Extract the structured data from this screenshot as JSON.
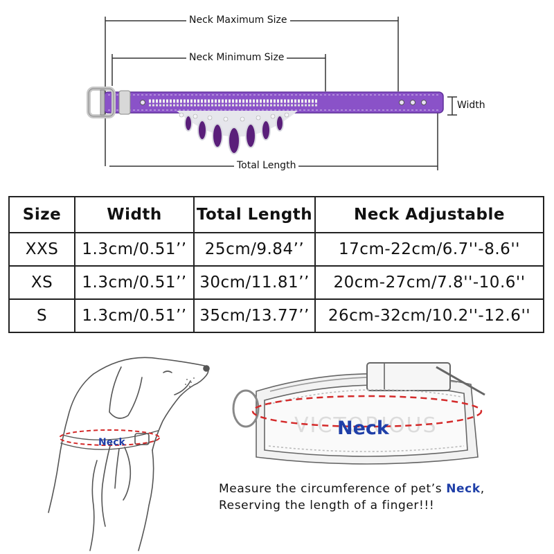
{
  "diagram": {
    "neck_max_label": "Neck Maximum Size",
    "neck_min_label": "Neck Minimum Size",
    "width_label": "Width",
    "total_length_label": "Total Length"
  },
  "table": {
    "headers": [
      "Size",
      "Width",
      "Total Length",
      "Neck Adjustable"
    ],
    "rows": [
      [
        "XXS",
        "1.3cm/0.51’’",
        "25cm/9.84’’",
        "17cm-22cm/6.7''-8.6''"
      ],
      [
        "XS",
        "1.3cm/0.51’’",
        "30cm/11.81’’",
        "20cm-27cm/7.8''-10.6''"
      ],
      [
        "S",
        "1.3cm/0.51’’",
        "35cm/13.77’’",
        "26cm-32cm/10.2''-12.6''"
      ]
    ]
  },
  "illustration": {
    "dog_neck_label": "Neck",
    "collar_neck_label": "Neck",
    "collar_brand": "VICTORIOUS"
  },
  "instructions": {
    "line1_prefix": "Measure the circumference of pet’s ",
    "line1_highlight": "Neck",
    "line1_suffix": ",",
    "line2": "Reserving the length of a finger!!!"
  },
  "colors": {
    "collar_purple": "#8a52c8",
    "gem_purple": "#5a1f7a",
    "neck_text_blue": "#1f3fa8",
    "dashed_red": "#d42a2a"
  }
}
